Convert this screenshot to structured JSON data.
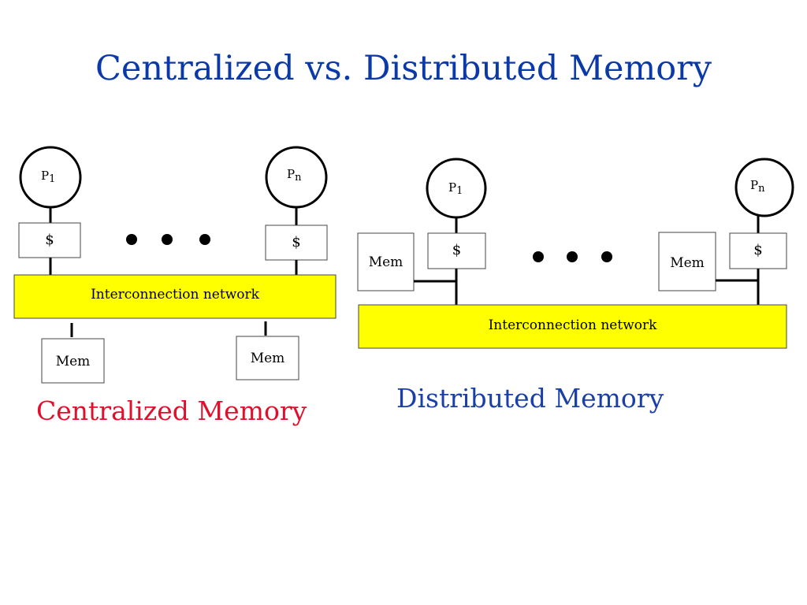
{
  "slide": {
    "title": "Centralized vs. Distributed Memory"
  },
  "centralized": {
    "caption": "Centralized Memory",
    "processor_first": {
      "letter": "P",
      "sub": "1"
    },
    "processor_last": {
      "letter": "P",
      "sub": "n"
    },
    "cache_label": "$",
    "network_label": "Interconnection network",
    "memory_label": "Mem"
  },
  "distributed": {
    "caption": "Distributed Memory",
    "processor_first": {
      "letter": "P",
      "sub": "1"
    },
    "processor_last": {
      "letter": "P",
      "sub": "n"
    },
    "cache_label": "$",
    "network_label": "Interconnection network",
    "memory_label": "Mem"
  },
  "colors": {
    "title": "#0b3aa8",
    "centralized_caption": "#e0102c",
    "distributed_caption": "#1b3fa8",
    "network_fill": "#ffff00"
  }
}
